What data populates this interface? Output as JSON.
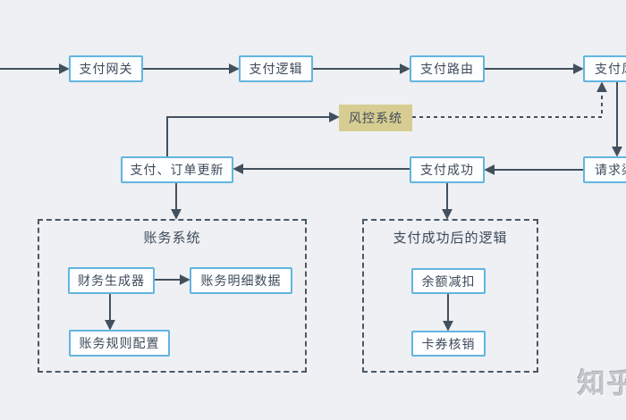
{
  "diagram": {
    "background": "#eef0f3",
    "colors": {
      "node_border": "#62b5e0",
      "node_fill": "#fdfeff",
      "node_text": "#3d4a59",
      "connector": "#42505e",
      "highlight_node_fill": "#d7cd92",
      "container_border": "#4b5866"
    },
    "nodes": {
      "gateway": "支付网关",
      "logic": "支付逻辑",
      "routing": "支付路由",
      "risk_ctrl": "支付风控",
      "risk_system": "风控系统",
      "order_update": "支付、订单更新",
      "pay_success": "支付成功",
      "request_channel": "请求渠道",
      "finance_generator": "财务生成器",
      "detail_data": "账务明细数据",
      "rules_config": "账务规则配置",
      "balance_deduct": "余额减扣",
      "coupon_writeoff": "卡券核销"
    },
    "containers": {
      "accounting": "账务系统",
      "post_success": "支付成功后的逻辑"
    },
    "edges": [
      {
        "from": "(offscreen-left)",
        "to": "gateway",
        "style": "solid"
      },
      {
        "from": "gateway",
        "to": "logic",
        "style": "solid"
      },
      {
        "from": "logic",
        "to": "routing",
        "style": "solid"
      },
      {
        "from": "routing",
        "to": "risk_ctrl",
        "style": "solid"
      },
      {
        "from": "risk_ctrl",
        "to": "request_channel",
        "style": "solid"
      },
      {
        "from": "request_channel",
        "to": "pay_success",
        "style": "solid"
      },
      {
        "from": "pay_success",
        "to": "order_update",
        "style": "solid"
      },
      {
        "from": "order_update",
        "to": "risk_system",
        "style": "solid"
      },
      {
        "from": "risk_system",
        "to": "risk_ctrl",
        "style": "dashed"
      },
      {
        "from": "order_update",
        "to": "container:accounting",
        "style": "solid"
      },
      {
        "from": "pay_success",
        "to": "container:post_success",
        "style": "solid"
      },
      {
        "from": "finance_generator",
        "to": "detail_data",
        "style": "solid"
      },
      {
        "from": "finance_generator",
        "to": "rules_config",
        "style": "solid"
      },
      {
        "from": "balance_deduct",
        "to": "coupon_writeoff",
        "style": "solid"
      }
    ],
    "watermark": "知乎"
  }
}
